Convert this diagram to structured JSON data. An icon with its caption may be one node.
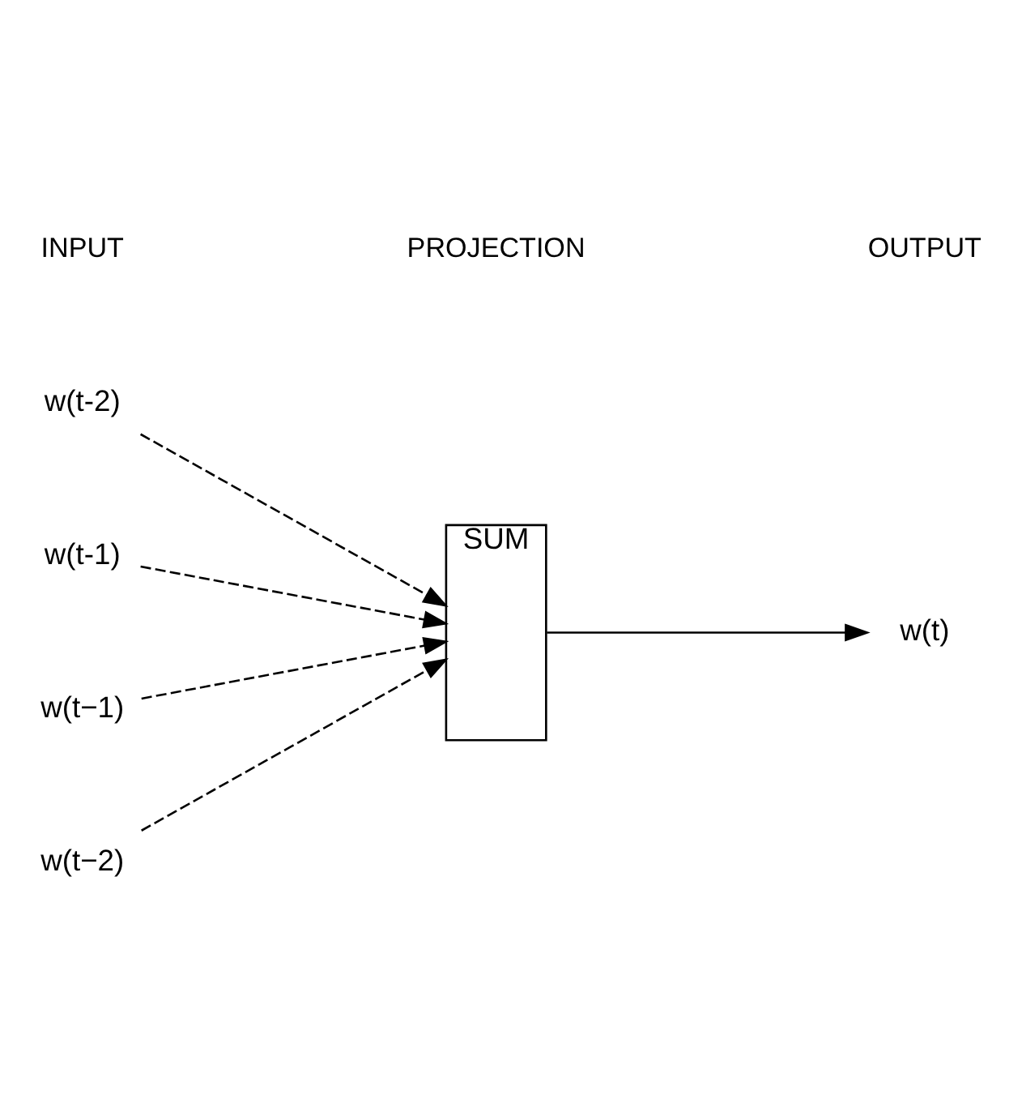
{
  "diagram": {
    "nodes": [
      {
        "text": [
          "w(t-2)"
        ]
      },
      {
        "text": [
          "w(t-1)"
        ]
      },
      {
        "text": [
          "w(t−1)"
        ]
      },
      {
        "text": [
          "w(t−2)"
        ]
      },
      {
        "text": [
          "SUM"
        ]
      },
      {
        "text": [
          "w(t)"
        ]
      }
    ],
    "edges": [
      {
        "from": 0,
        "to": 4,
        "arrow": "to",
        "style": "dashed"
      },
      {
        "from": 1,
        "to": 4,
        "arrow": "to",
        "style": "dashed"
      },
      {
        "from": 2,
        "to": 4,
        "arrow": "to",
        "style": "dashed"
      },
      {
        "from": 3,
        "to": 4,
        "arrow": "to",
        "style": "dashed"
      },
      {
        "from": 4,
        "to": 5,
        "arrow": "to"
      }
    ],
    "labels": [
      "INPUT",
      "PROJECTION",
      "OUTPUT"
    ]
  }
}
